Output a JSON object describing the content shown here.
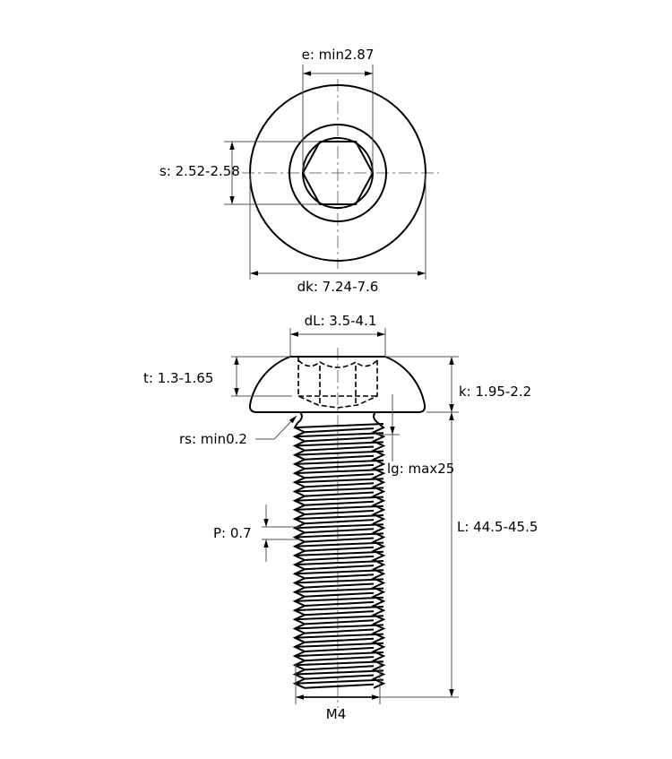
{
  "title": "Button head hex socket screw M4 dimensions",
  "dimensions": {
    "e": "e: min2.87",
    "s": "s: 2.52-2.58",
    "dk": "dk: 7.24-7.6",
    "dL": "dL: 3.5-4.1",
    "t": "t: 1.3-1.65",
    "k": "k: 1.95-2.2",
    "rs": "rs: min0.2",
    "lg": "lg: max25",
    "P": "P: 0.7",
    "L": "L: 44.5-45.5",
    "d": "M4"
  }
}
